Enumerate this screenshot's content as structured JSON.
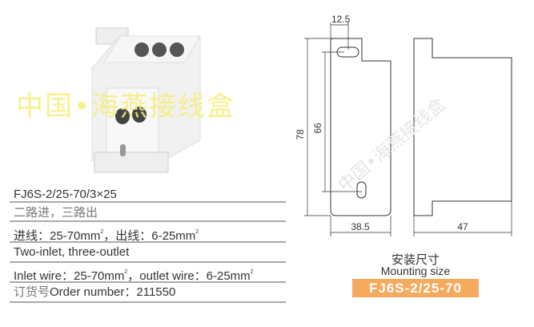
{
  "product": {
    "watermark": "中国•海燕接线盒"
  },
  "specs": {
    "model": "FJ6S-2/25-70/3×25",
    "cn_desc": "二路进，三路出",
    "cn_wire_in_label": "进线：25-70mm",
    "cn_wire_out_label": "，出线：6-25mm",
    "en_desc": "Two-inlet, three-outlet",
    "en_wire_in_label": "Inlet wire：25-70mm",
    "en_wire_out_label": "，outlet wire：6-25mm",
    "sup": "2",
    "order_cn": "订货号",
    "order_label": "Order number：",
    "order_number": "211550"
  },
  "drawing": {
    "dim_slot": "12.5",
    "dim_height": "78",
    "dim_holes": "66",
    "dim_width": "38.5",
    "dim_depth": "47",
    "watermark": "中国•海燕接线盒",
    "title_cn": "安装尺寸",
    "title_en": "Mounting size",
    "model_badge": "FJ6S-2/25-70",
    "badge_color": "#f5aa5e"
  }
}
